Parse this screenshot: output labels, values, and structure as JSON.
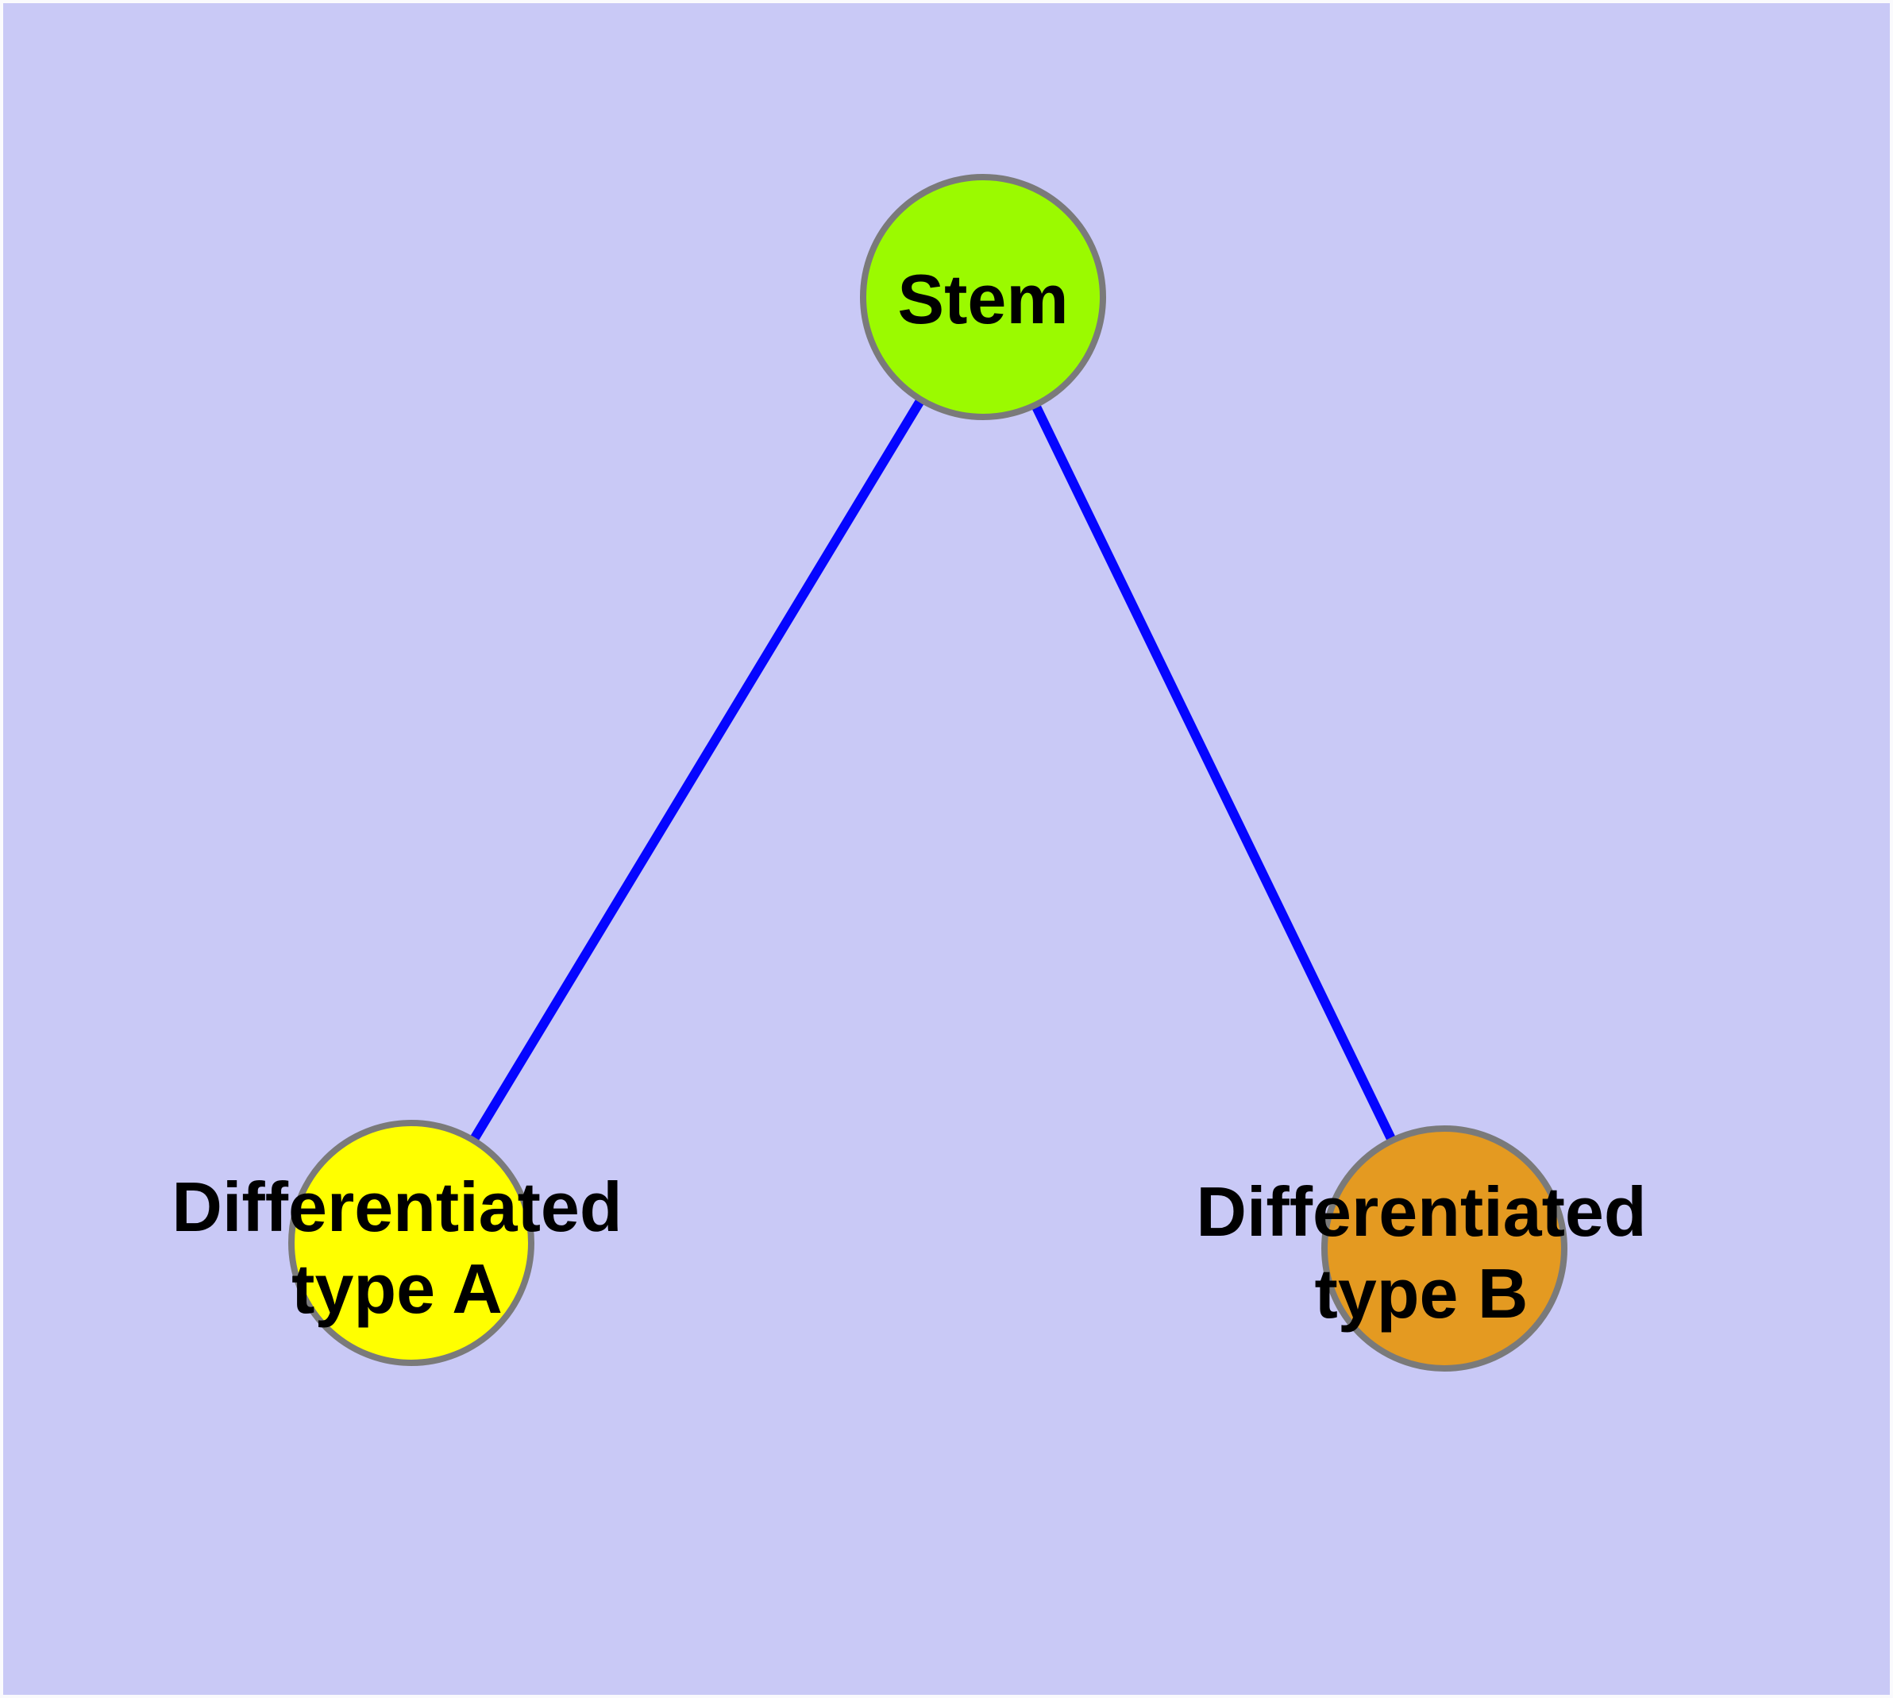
{
  "diagram": {
    "type": "node-link-graph",
    "background_color": "#C9C9F6",
    "frame_color": "#FAFAFD",
    "edge_color": "#0505FF",
    "node_border_color": "#7A7A7A",
    "label_color": "#000000",
    "nodes": [
      {
        "id": "stem",
        "label": "Stem",
        "label_lines": [
          "Stem"
        ],
        "fill_color": "#9BFA00"
      },
      {
        "id": "differentiated-type-a",
        "label": "Differentiated type A",
        "label_lines": [
          "Differentiated",
          "type A"
        ],
        "fill_color": "#FFFF00"
      },
      {
        "id": "differentiated-type-b",
        "label": "Differentiated type B",
        "label_lines": [
          "Differentiated",
          "type B"
        ],
        "fill_color": "#E49A21"
      }
    ],
    "edges": [
      {
        "from": "Stem",
        "to": "Differentiated type A"
      },
      {
        "from": "Stem",
        "to": "Differentiated type B"
      }
    ]
  }
}
